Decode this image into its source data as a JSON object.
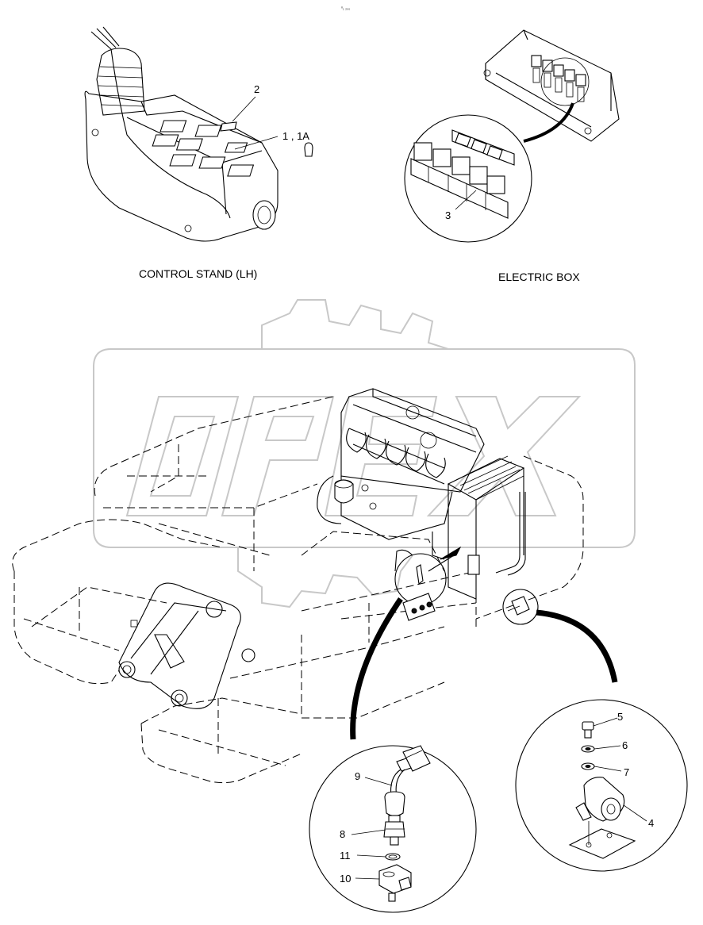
{
  "header_mark": "⁰₁ ₂₀₀",
  "captions": {
    "control_stand": "CONTROL STAND (LH)",
    "electric_box": "ELECTRIC BOX"
  },
  "callouts": {
    "c2": "2",
    "c1_1a": "1 , 1A",
    "c3": "3",
    "c5": "5",
    "c6": "6",
    "c7": "7",
    "c4": "4",
    "c9": "9",
    "c8": "8",
    "c11": "11",
    "c10": "10"
  },
  "watermark": "OPEX",
  "colors": {
    "line": "#000000",
    "watermark": "#c8c8c8",
    "background": "#ffffff"
  }
}
